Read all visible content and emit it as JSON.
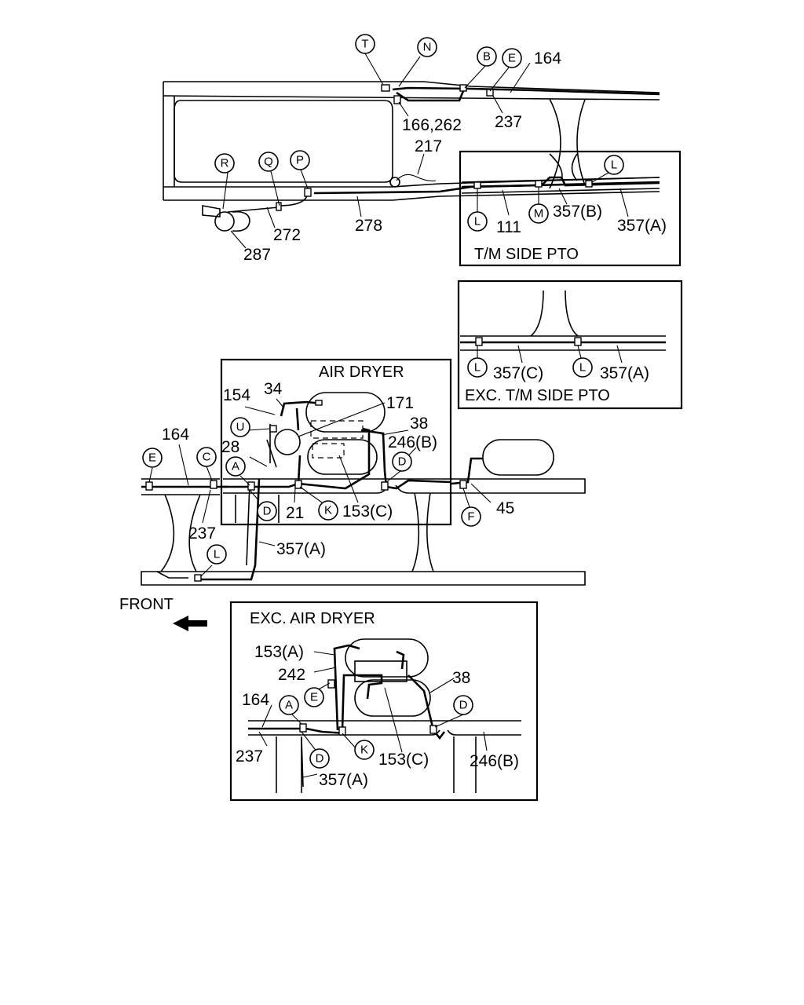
{
  "labels": {
    "n164_top": "164",
    "n166_262": "166,262",
    "n237_top": "237",
    "n217": "217",
    "n272": "272",
    "n278": "278",
    "n287": "287",
    "n111": "111",
    "n357b_top": "357(B)",
    "n357a_top": "357(A)",
    "n357c_exc": "357(C)",
    "n357a_exc": "357(A)",
    "n154": "154",
    "n34": "34",
    "n171": "171",
    "n38_mid": "38",
    "n246b_mid": "246(B)",
    "n164_mid": "164",
    "n28": "28",
    "n21": "21",
    "n153c_mid": "153(C)",
    "n45": "45",
    "n237_mid": "237",
    "n357a_mid": "357(A)",
    "n153a_low": "153(A)",
    "n242_low": "242",
    "n38_low": "38",
    "n164_low": "164",
    "n237_low": "237",
    "n153c_low": "153(C)",
    "n246b_low": "246(B)",
    "n357a_low": "357(A)"
  },
  "captions": {
    "tm_side_pto": "T/M SIDE PTO",
    "exc_tm_side_pto": "EXC. T/M SIDE PTO",
    "air_dryer": "AIR DRYER",
    "exc_air_dryer": "EXC. AIR DRYER",
    "front": "FRONT"
  },
  "callouts": {
    "T": "T",
    "N": "N",
    "B": "B",
    "E": "E",
    "R": "R",
    "Q": "Q",
    "P": "P",
    "L": "L",
    "M": "M",
    "U": "U",
    "A": "A",
    "C": "C",
    "D": "D",
    "K": "K",
    "F": "F"
  }
}
